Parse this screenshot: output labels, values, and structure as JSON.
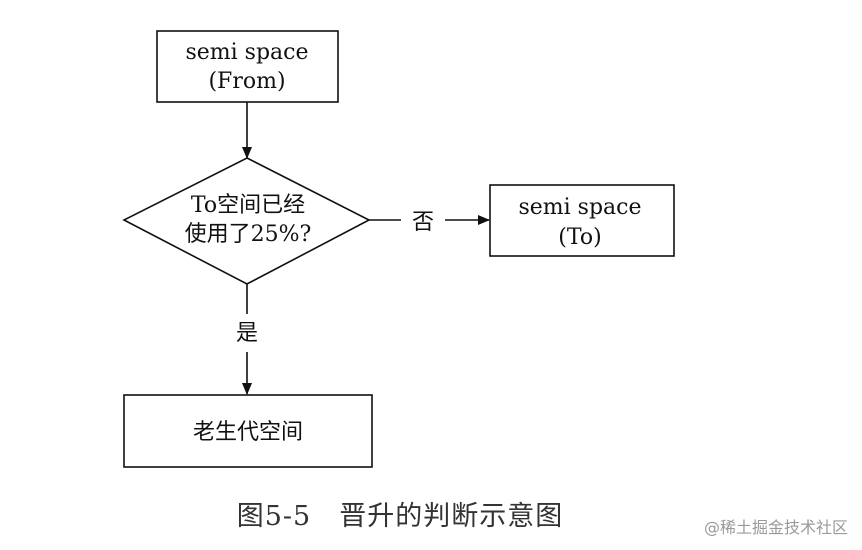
{
  "diagram": {
    "nodes": {
      "from": {
        "line1": "semi space",
        "line2": "(From)"
      },
      "decision": {
        "line1": "To空间已经",
        "line2": "使用了25%?"
      },
      "to": {
        "line1": "semi space",
        "line2": "(To)"
      },
      "old": {
        "label": "老生代空间"
      }
    },
    "edges": {
      "no_label": "否",
      "yes_label": "是"
    }
  },
  "caption": "图5-5　晋升的判断示意图",
  "watermark": "@稀土掘金技术社区"
}
